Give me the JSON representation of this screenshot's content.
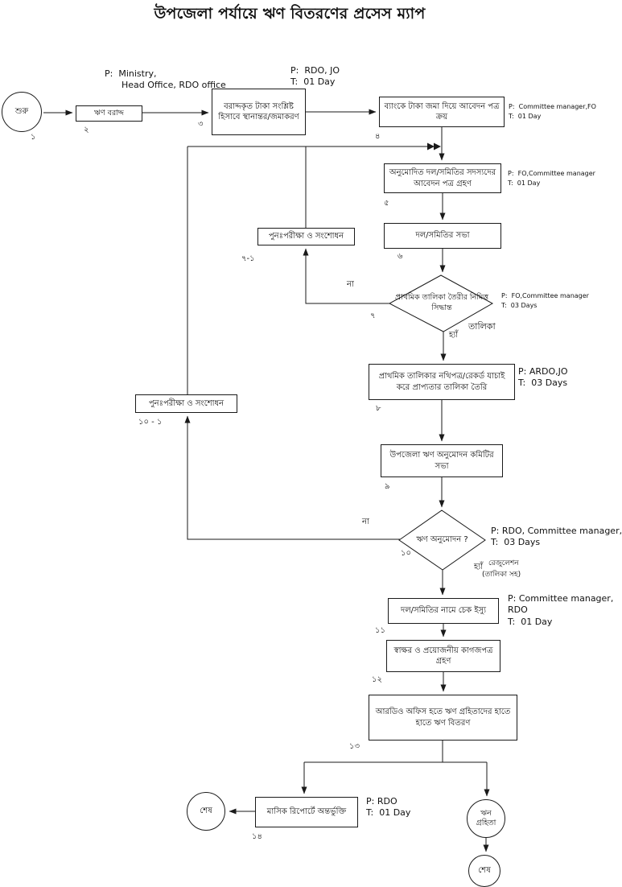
{
  "title": "উপজেলা পর্যায়ে ঋণ বিতরণের প্রসেস ম্যাপ",
  "nodes": {
    "start": {
      "label": "শুরু",
      "number": "১"
    },
    "s2": {
      "label": "ঋণ বরাদ্দ",
      "number": "২"
    },
    "s3": {
      "label": "বরাদ্দকৃত টাকা সংশ্লিষ্ট হিসাবে স্থানান্তর/জমাকরণ",
      "number": "৩"
    },
    "s4": {
      "label": "ব্যাংকে টাকা জমা দিয়ে আবেদন পত্র ক্রয়",
      "number": "৪"
    },
    "s5": {
      "label": "অনুমোদিত দল/সমিতির সদস্যদের আবেদন পত্র গ্রহণ",
      "number": "৫"
    },
    "s6": {
      "label": "দল/সমিতির সভা",
      "number": "৬"
    },
    "d7": {
      "label": "প্রাথমিক তালিকা তৈরীর নিমিত্ত সিদ্ধান্ত",
      "number": "৭"
    },
    "s7_1": {
      "label": "পুনঃপরীক্ষা ও সংশোধন",
      "number": "৭-১"
    },
    "s8": {
      "label": "প্রাথমিক তালিকার নথিপত্র/রেকর্ড যাচাই করে প্রাপ্যতার তালিকা তৈরি",
      "number": "৮"
    },
    "s9": {
      "label": "উপজেলা ঋণ অনুমোদন কমিটির সভা",
      "number": "৯"
    },
    "d10": {
      "label": "ঋণ অনুমোদন ?",
      "number": "১০"
    },
    "s10_1": {
      "label": "পুনঃপরীক্ষা ও সংশোধন",
      "number": "১০ - ১"
    },
    "s11": {
      "label": "দল/সমিতির নামে চেক ইস্যু",
      "number": "১১"
    },
    "s12": {
      "label": "স্বাক্ষর ও প্রয়োজনীয় কাগজপত্র গ্রহণ",
      "number": "১২"
    },
    "s13": {
      "label": "আরডিও অফিস হতে ঋণ গ্রহিতাদের হাতে হাতে ঋণ বিতরণ",
      "number": "১৩"
    },
    "s14": {
      "label": "মাসিক রিপোর্টে অন্তর্ভুক্তি",
      "number": "১৪"
    },
    "end_left": {
      "label": "শেষ"
    },
    "recipient": {
      "label": "ঋন\nগ্রহিতা"
    },
    "end_bottom": {
      "label": "শেষ"
    }
  },
  "annotations": {
    "a2": "P:  Ministry,\n      Head Office, RDO office",
    "a3": "P:  RDO, JO\nT:  01 Day",
    "a4": "P:  Committee manager,FO\nT:  01 Day",
    "a5": "P:  FO,Committee manager\nT:  01 Day",
    "a7": "P:  FO,Committee manager\nT:  03 Days",
    "a8": "P: ARDO,JO\nT:  03 Days",
    "a10": "P: RDO, Committee manager,\nT:  03 Days",
    "a11": "P: Committee manager,\nRDO\nT:  01 Day",
    "a14": "P: RDO\nT:  01 Day"
  },
  "edge_labels": {
    "no7": "না",
    "yes7": "হ্যাঁ",
    "list7": "তালিকা",
    "no10": "না",
    "yes10": "হ্যাঁ",
    "res1": "রেজুলেশন",
    "res2": "(তালিকা সহ)"
  },
  "colors": {
    "line": "#1a1a1a",
    "background": "#ffffff",
    "text": "#111111"
  }
}
